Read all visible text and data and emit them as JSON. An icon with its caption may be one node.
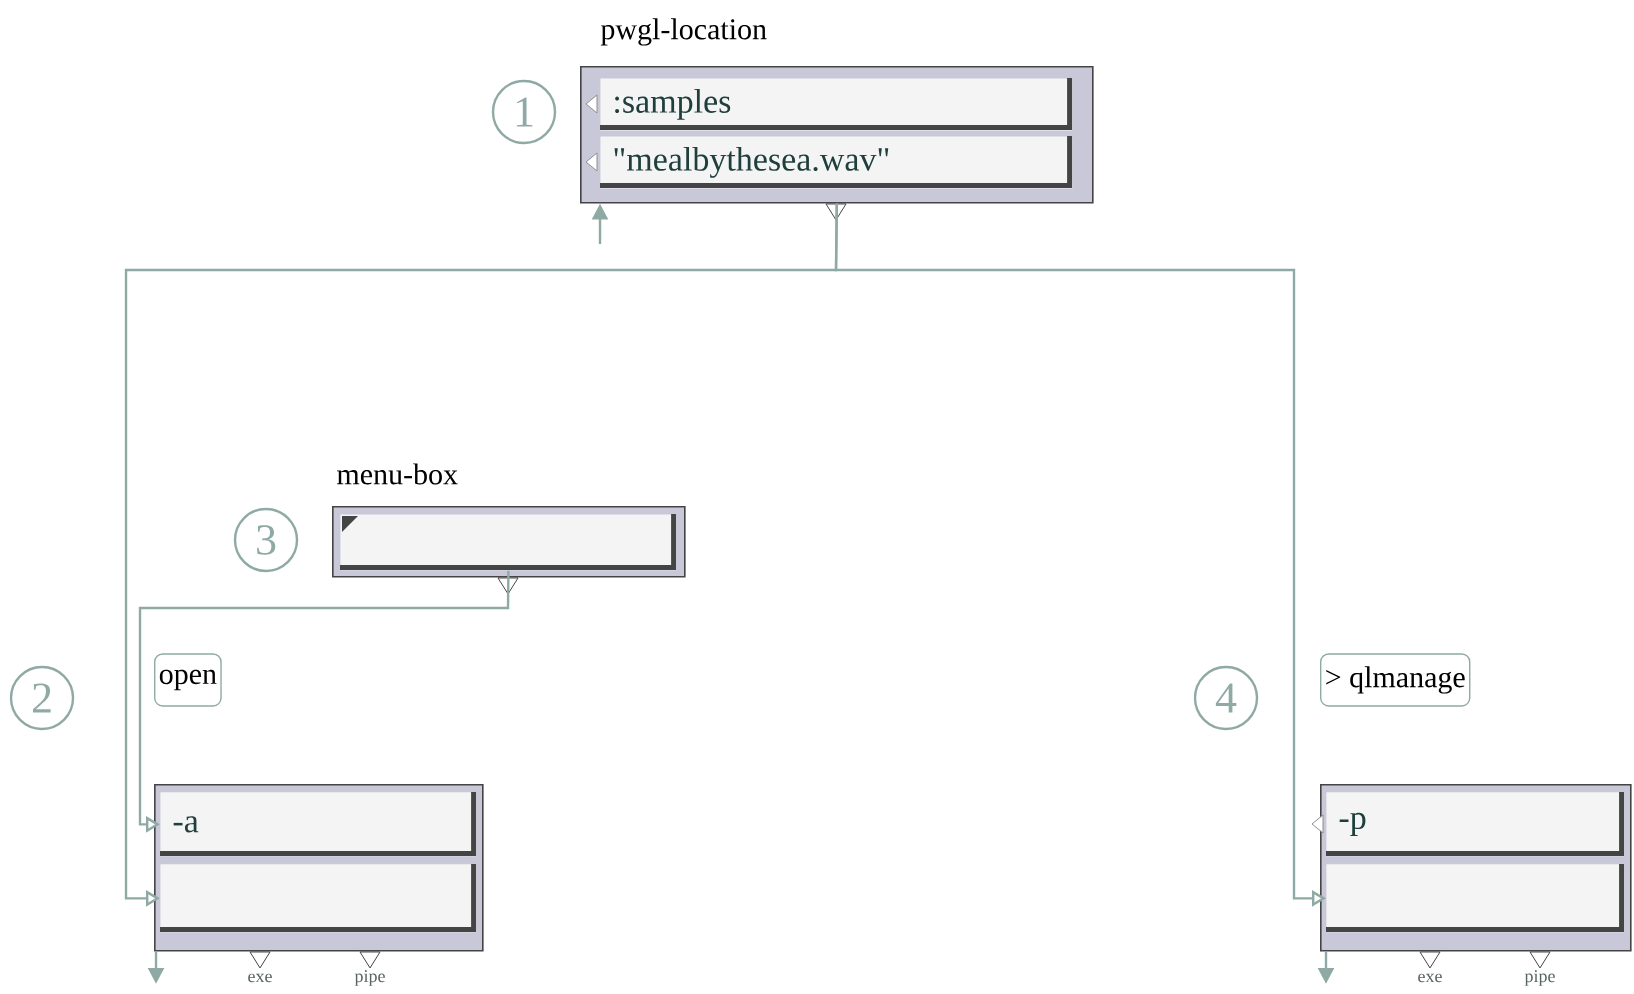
{
  "diagram": {
    "nodes": [
      {
        "text": [
          "pwgl-location"
        ]
      },
      {
        "text": [
          ":samples"
        ],
        "in": 0
      },
      {
        "text": [
          "\"mealbythesea.wav\""
        ],
        "in": 0
      },
      {
        "text": [
          "menu-box"
        ]
      },
      {
        "text": [],
        "shape": "box",
        "in": 3
      },
      {
        "text": [
          "open"
        ],
        "beside": [
          "exe",
          "pipe"
        ]
      },
      {
        "text": [
          "-a"
        ],
        "in": 5
      },
      {
        "text": [],
        "shape": "box",
        "in": 5
      },
      {
        "text": [
          "> qlmanage"
        ],
        "beside": [
          "exe",
          "pipe"
        ]
      },
      {
        "text": [
          "-p"
        ],
        "in": 8
      },
      {
        "text": [],
        "shape": "box",
        "in": 8
      }
    ],
    "edges": [
      {
        "from": 0,
        "to": 7,
        "arrow": "to"
      },
      {
        "from": 0,
        "to": 10,
        "arrow": "to"
      },
      {
        "from": 4,
        "to": 6,
        "arrow": "to"
      },
      {
        "from": null,
        "to": 0,
        "arrow": "to"
      },
      {
        "from": 5,
        "to": null,
        "arrow": "to"
      },
      {
        "from": 8,
        "to": null,
        "arrow": "to"
      }
    ],
    "labels": [
      "1",
      "2",
      "3",
      "4"
    ]
  }
}
